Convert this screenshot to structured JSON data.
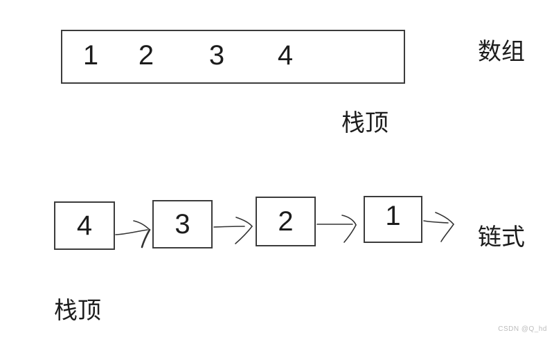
{
  "array_section": {
    "cells": [
      "1",
      "2",
      "3",
      "4"
    ],
    "label": "数组",
    "stack_top_label": "栈顶"
  },
  "linked_section": {
    "nodes": [
      "4",
      "3",
      "2",
      "1"
    ],
    "label": "链式",
    "stack_top_label": "栈顶"
  },
  "watermark": "CSDN @Q_hd",
  "colors": {
    "background": "#ffffff",
    "stroke": "#3b3b3b",
    "text": "#1c1c1c",
    "watermark": "#bcbcbc"
  }
}
